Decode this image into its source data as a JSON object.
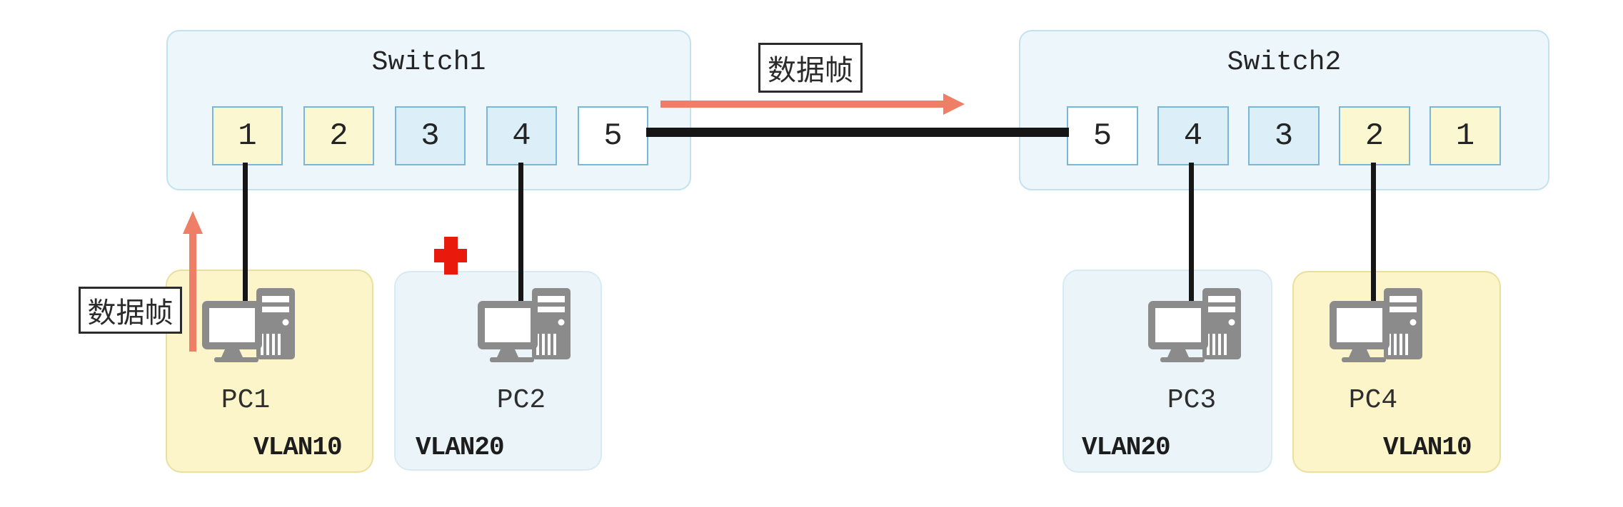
{
  "switches": [
    {
      "name": "Switch1",
      "ports": [
        {
          "label": "1",
          "type": "vlan10"
        },
        {
          "label": "2",
          "type": "vlan10"
        },
        {
          "label": "3",
          "type": "vlan20"
        },
        {
          "label": "4",
          "type": "vlan20"
        },
        {
          "label": "5",
          "type": "trunk"
        }
      ]
    },
    {
      "name": "Switch2",
      "ports": [
        {
          "label": "5",
          "type": "trunk"
        },
        {
          "label": "4",
          "type": "vlan20"
        },
        {
          "label": "3",
          "type": "vlan20"
        },
        {
          "label": "2",
          "type": "vlan10"
        },
        {
          "label": "1",
          "type": "vlan10"
        }
      ]
    }
  ],
  "pcs": [
    {
      "name": "PC1",
      "vlan_label": "VLAN10",
      "type": "vlan10"
    },
    {
      "name": "PC2",
      "vlan_label": "VLAN20",
      "type": "vlan20"
    },
    {
      "name": "PC3",
      "vlan_label": "VLAN20",
      "type": "vlan20"
    },
    {
      "name": "PC4",
      "vlan_label": "VLAN10",
      "type": "vlan10"
    }
  ],
  "annotations": {
    "frame_label_top": "数据帧",
    "frame_label_left": "数据帧"
  },
  "colors": {
    "vlan10_port": "#fbf7d0",
    "vlan20_port": "#dceef8",
    "trunk_port": "#ffffff",
    "switch_bg": "#ecf6fb",
    "switch_border": "#c3e1ee",
    "port_border": "#79b7d8",
    "pc_vlan10_bg": "#fbf5c9",
    "pc_vlan20_bg": "#eaf4f9",
    "frame_arrow": "#ee7f66",
    "blocked_cross": "#e9190b",
    "link_line": "#161616",
    "pc_icon_gray": "#8b8b8b"
  }
}
